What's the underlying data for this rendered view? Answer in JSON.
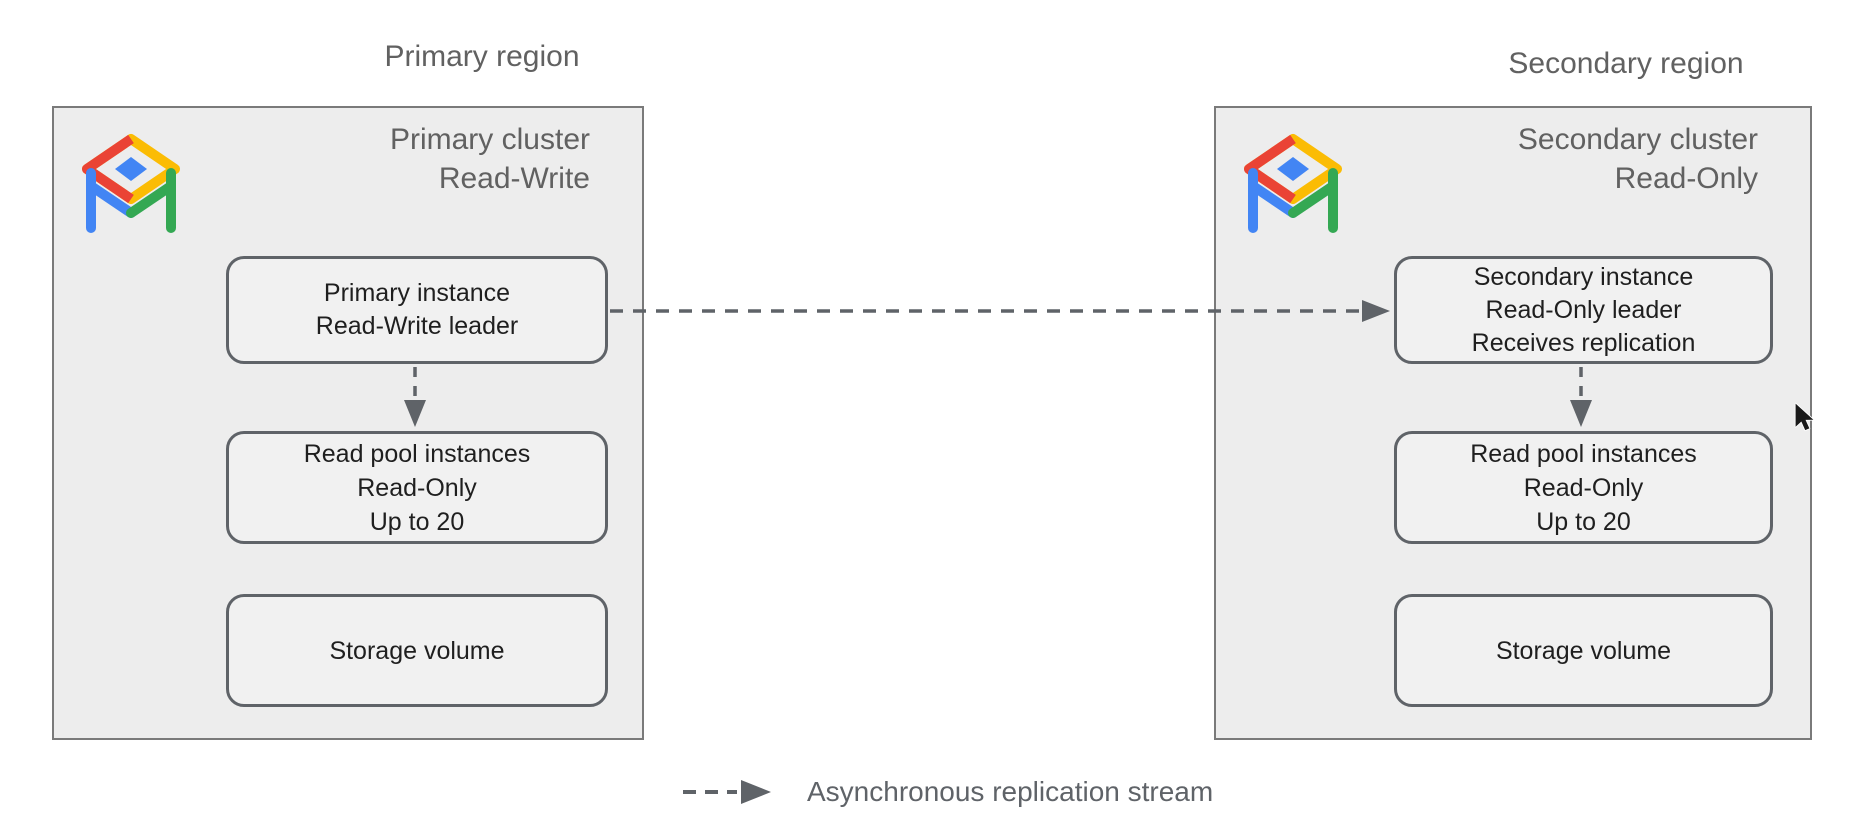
{
  "diagram": {
    "regions": [
      {
        "id": "primary",
        "label": "Primary region",
        "cluster": {
          "title": [
            "Primary cluster",
            "Read-Write"
          ],
          "icon": "alloydb-table-icon",
          "nodes": [
            {
              "id": "primary-instance",
              "lines": [
                "Primary instance",
                "Read-Write leader"
              ]
            },
            {
              "id": "read-pool",
              "lines": [
                "Read pool instances",
                "Read-Only",
                "Up to 20"
              ]
            },
            {
              "id": "storage-volume",
              "lines": [
                "Storage volume"
              ]
            }
          ]
        }
      },
      {
        "id": "secondary",
        "label": "Secondary region",
        "cluster": {
          "title": [
            "Secondary cluster",
            "Read-Only"
          ],
          "icon": "alloydb-table-icon",
          "nodes": [
            {
              "id": "secondary-instance",
              "lines": [
                "Secondary instance",
                "Read-Only leader",
                "Receives replication"
              ]
            },
            {
              "id": "read-pool",
              "lines": [
                "Read pool instances",
                "Read-Only",
                "Up to 20"
              ]
            },
            {
              "id": "storage-volume",
              "lines": [
                "Storage volume"
              ]
            }
          ]
        }
      }
    ],
    "arrows": [
      {
        "id": "replication-stream",
        "from": "primary-instance",
        "to": "secondary-instance",
        "style": "dashed"
      },
      {
        "id": "primary-downlink",
        "from": "primary-instance",
        "to": "read-pool",
        "style": "dashed"
      },
      {
        "id": "secondary-downlink",
        "from": "secondary-instance",
        "to": "read-pool",
        "style": "dashed"
      }
    ],
    "legend": {
      "label": "Asynchronous replication stream"
    },
    "colors": {
      "icon_red": "#EA4335",
      "icon_yellow": "#FBBC04",
      "icon_blue": "#4285F4",
      "icon_green": "#34A853",
      "cluster_fill": "#EDEDED",
      "cluster_border": "#7A7A7A",
      "node_fill": "#F1F1F1",
      "node_border": "#5F6368",
      "muted_text": "#616161",
      "node_text": "#1F1F1F",
      "arrow": "#5F6368"
    }
  }
}
